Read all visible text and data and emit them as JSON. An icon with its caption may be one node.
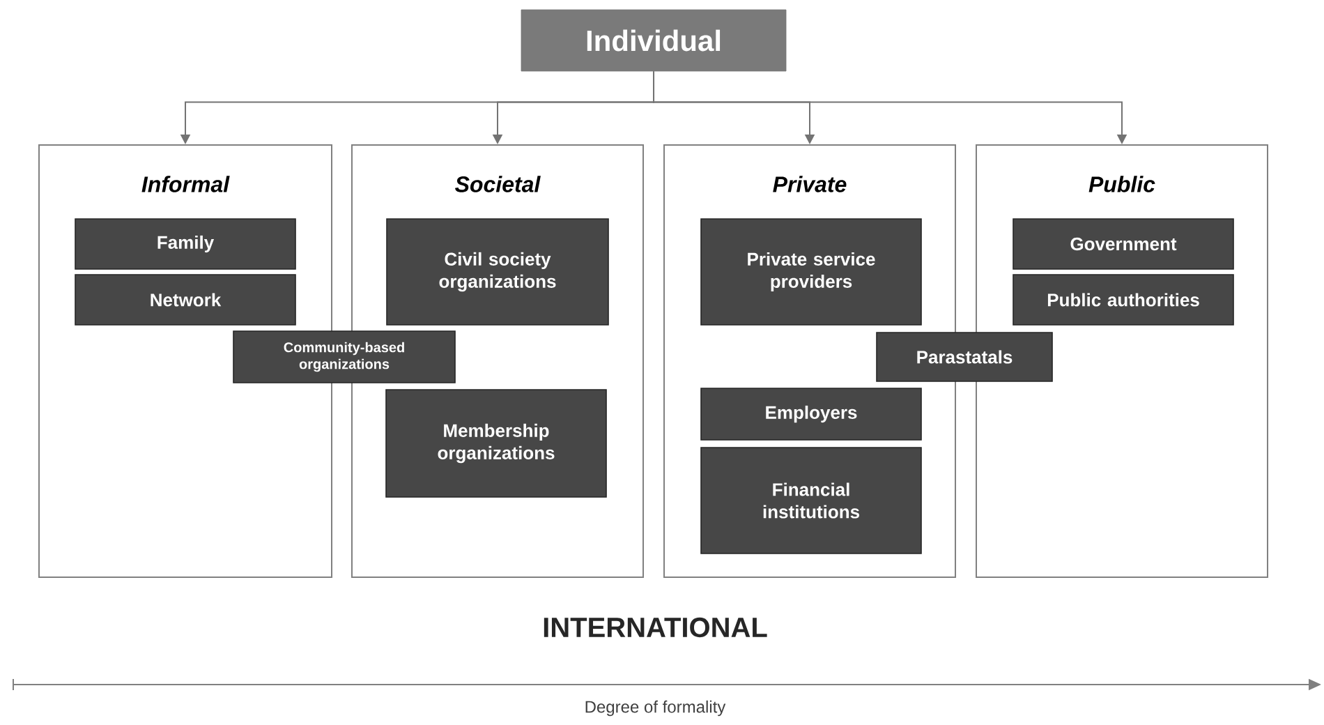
{
  "diagram": {
    "nodes": [
      {
        "text": [
          "Individual"
        ]
      },
      {
        "text": [
          "Informal"
        ]
      },
      {
        "text": [
          "Family"
        ],
        "in": 1
      },
      {
        "text": [
          "Network"
        ],
        "in": 1
      },
      {
        "text": [
          "Societal"
        ]
      },
      {
        "text": [
          "Civil society organizations"
        ],
        "in": 4
      },
      {
        "text": [
          "Community-based organizations"
        ]
      },
      {
        "text": [
          "Membership organizations"
        ],
        "in": 4
      },
      {
        "text": [
          "Private"
        ]
      },
      {
        "text": [
          "Private service providers"
        ],
        "in": 8
      },
      {
        "text": [
          "Parastatals"
        ]
      },
      {
        "text": [
          "Employers"
        ],
        "in": 8
      },
      {
        "text": [
          "Financial institutions"
        ],
        "in": 8
      },
      {
        "text": [
          "Public"
        ]
      },
      {
        "text": [
          "Government"
        ],
        "in": 13
      },
      {
        "text": [
          "Public authorities"
        ],
        "in": 13
      }
    ],
    "edges": [
      {
        "from": 0,
        "to": 1,
        "arrow": "to"
      },
      {
        "from": 0,
        "to": 4,
        "arrow": "to"
      },
      {
        "from": 0,
        "to": 8,
        "arrow": "to"
      },
      {
        "from": 0,
        "to": 13,
        "arrow": "to"
      }
    ],
    "labels": [
      "INTERNATIONAL",
      "Degree of formality"
    ]
  }
}
